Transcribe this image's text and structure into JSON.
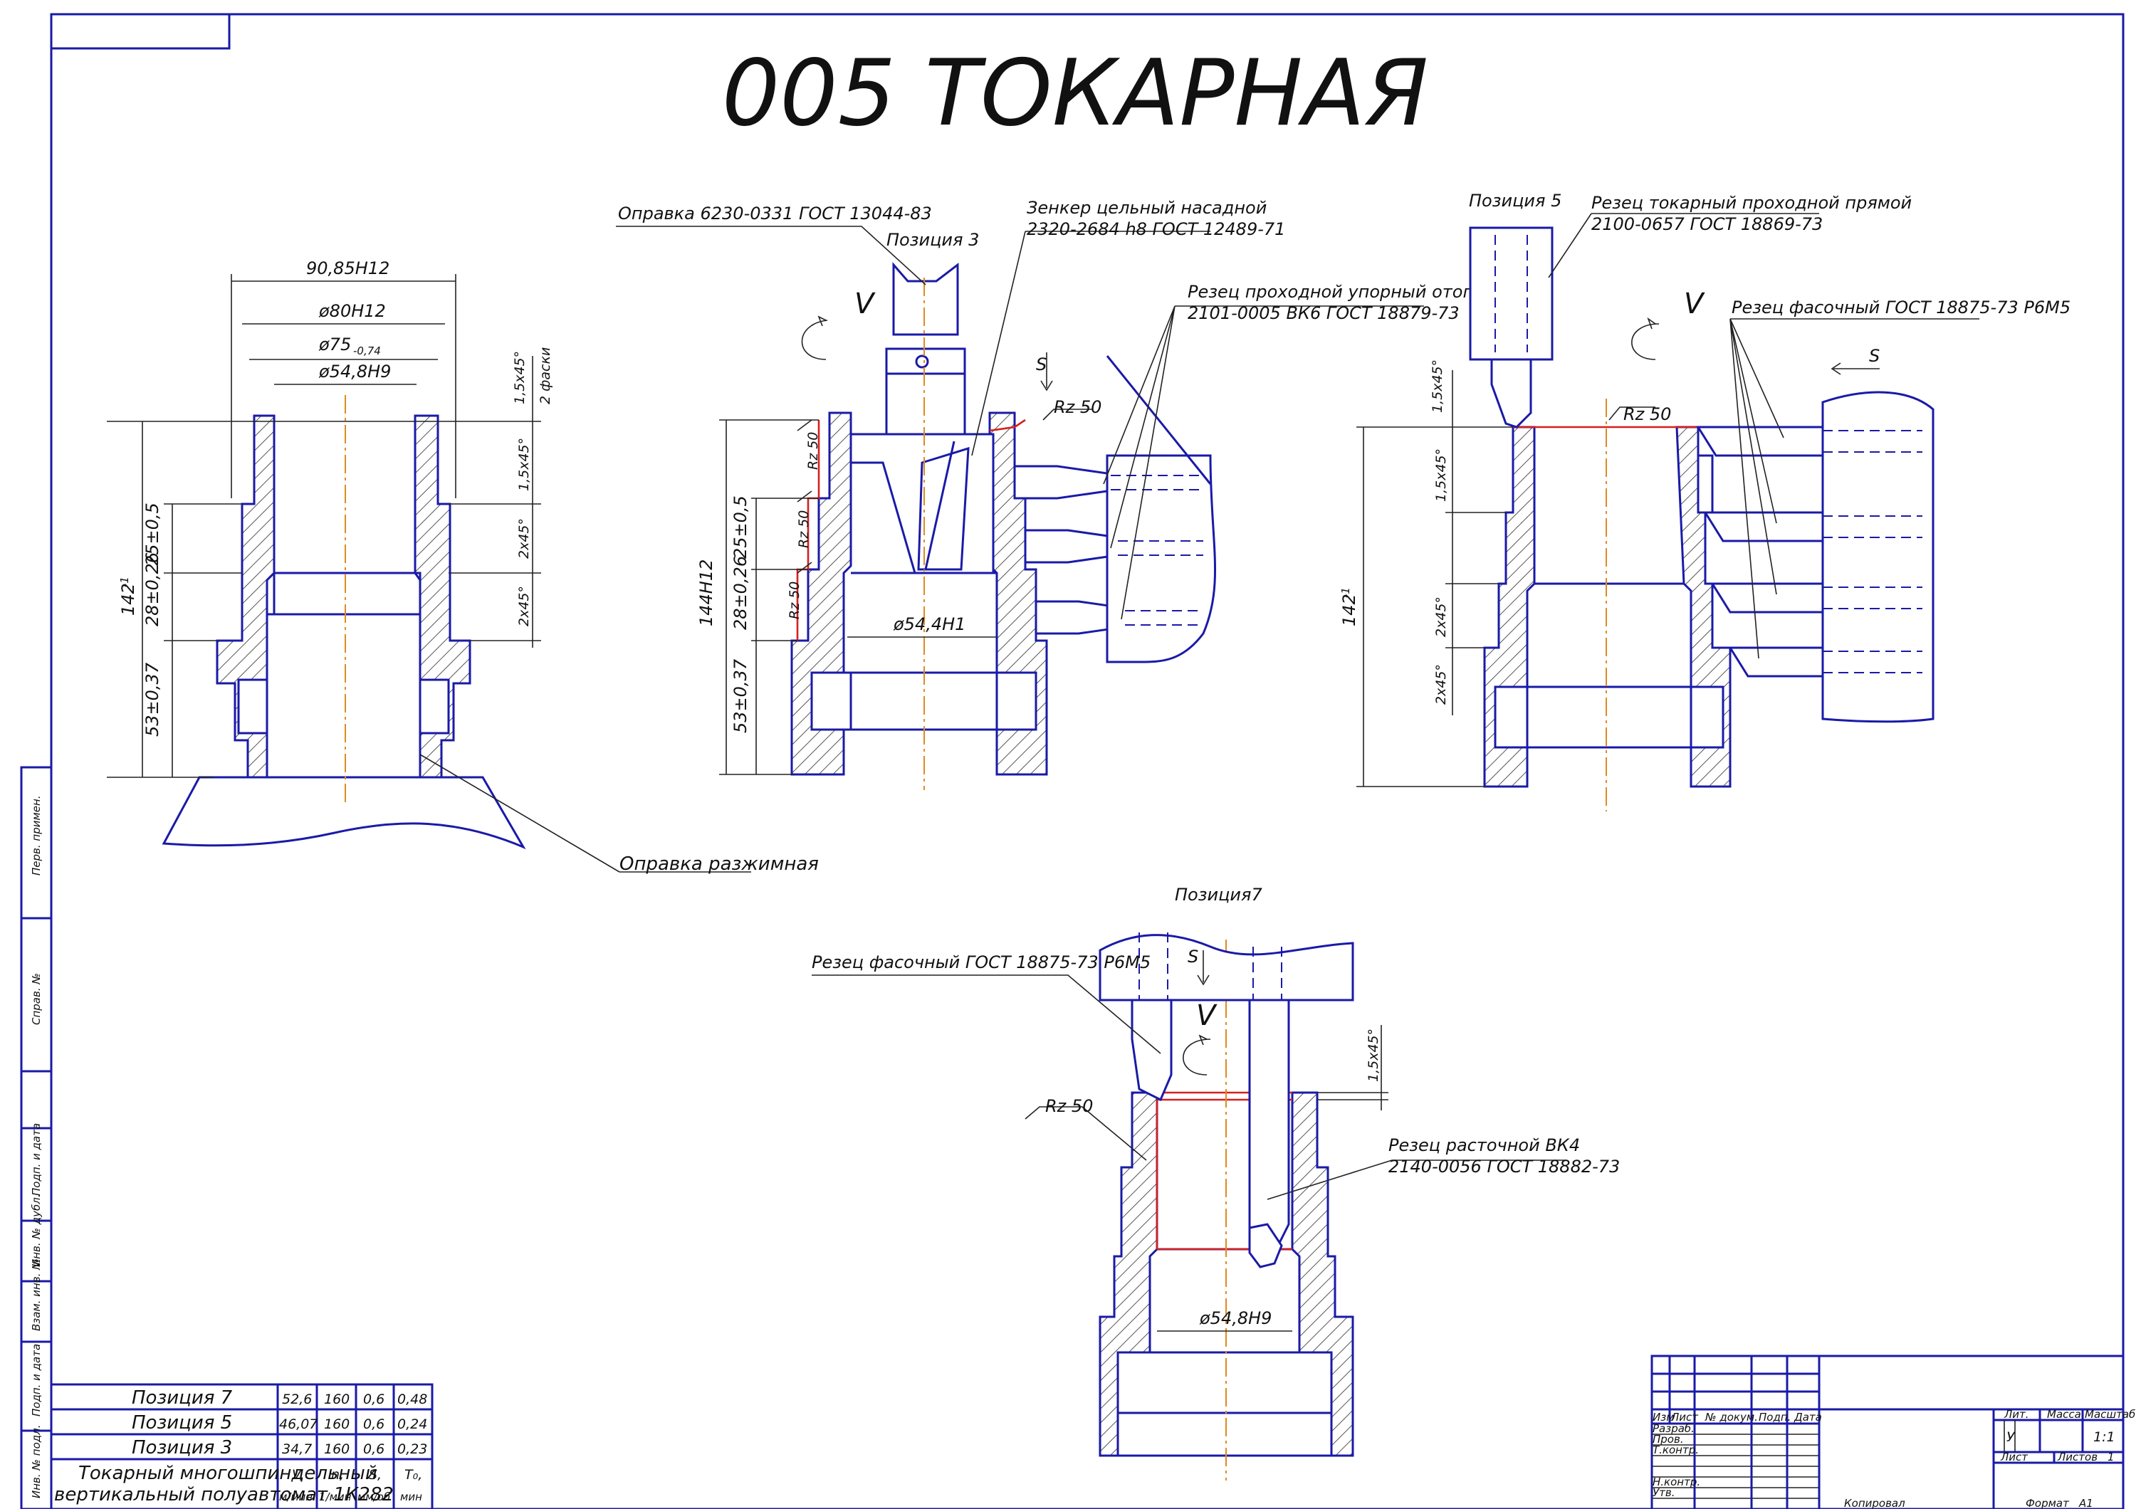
{
  "title": "005 ТОКАРНАЯ",
  "colors": {
    "outline": "#1a1aa8",
    "surface": "#d42020",
    "axis": "#e08a1e",
    "text": "#111111"
  },
  "view1": {
    "dims": [
      "90,85H12",
      "ø80H12",
      "ø75",
      "-0,74",
      "ø54,8H9",
      "1,5x45°",
      "2 фаски",
      "1,5x45°",
      "2x45°",
      "2x45°",
      "25±0,5",
      "28±0,26",
      "53±0,37",
      "142",
      "-1"
    ],
    "label_mandrel": "Оправка разжимная"
  },
  "view2": {
    "position": "Позиция 3",
    "label_mandrel": "Оправка 6230-0331 ГОСТ 13044-83",
    "label_counterbore_1": "Зенкер цельный насадной",
    "label_counterbore_2": "2320-2684 h8 ГОСТ 12489-71",
    "label_cutter_1": "Резец проходной упорный отогнутый",
    "label_cutter_2": "2101-0005 ВК6 ГОСТ 18879-73",
    "v": "V",
    "s": "S",
    "rz": "Rz 50",
    "dims": [
      "144H12",
      "25±0,5",
      "28±0,26",
      "53±0,37",
      "ø54,4H1"
    ]
  },
  "view3": {
    "position": "Позиция 5",
    "label_cutter_1": "Резец токарный проходной прямой",
    "label_cutter_2": "2100-0657 ГОСТ 18869-73",
    "label_form": "Резец фасочный ГОСТ 18875-73 Р6М5",
    "v": "V",
    "s": "S",
    "rz": "Rz 50",
    "dims": [
      "1,5x45°",
      "1,5x45°",
      "2x45°",
      "2x45°",
      "142",
      "-1"
    ]
  },
  "view4": {
    "position": "Позиция7",
    "label_form": "Резец фасочный ГОСТ 18875-73 Р6М5",
    "label_boring_1": "Резец расточной ВК4",
    "label_boring_2": "2140-0056 ГОСТ 18882-73",
    "v": "V",
    "s": "S",
    "rz": "Rz 50",
    "dims": [
      "1,5x45°",
      "ø54,8H9"
    ]
  },
  "modes_table": {
    "rows": [
      {
        "name": "Позиция 7",
        "v": "52,6",
        "n": "160",
        "s": "0,6",
        "t": "0,48"
      },
      {
        "name": "Позиция 5",
        "v": "46,07",
        "n": "160",
        "s": "0,6",
        "t": "0,24"
      },
      {
        "name": "Позиция 3",
        "v": "34,7",
        "n": "160",
        "s": "0,6",
        "t": "0,23"
      }
    ],
    "machine_1": "Токарный многошпиндельный",
    "machine_2": "вертикальный полуавтомат 1К282",
    "h_v": "V,",
    "h_v_unit": "м/мин",
    "h_n": "n,",
    "h_n_unit": "1/мин",
    "h_s": "S,",
    "h_s_unit": "мм/об",
    "h_t": "Т₀,",
    "h_t_unit": "мин"
  },
  "side_stamp": [
    "Перв. примен.",
    "Справ. №",
    "Подп. и дата",
    "Инв. № дубл.",
    "Взам. инв. №",
    "Подп. и дата",
    "Инв. № подл."
  ],
  "title_block": {
    "row_labels": [
      "Изм",
      "Лист",
      "№ докум.",
      "Подп.",
      "Дата"
    ],
    "roles": [
      "Разраб.",
      "Пров.",
      "Т.контр.",
      "Н.контр.",
      "Утв."
    ],
    "lit": "Лит.",
    "mass": "Масса",
    "scale": "Масштаб",
    "lit_value": "У",
    "scale_value": "1:1",
    "sheet": "Лист",
    "sheets": "Листов",
    "sheets_value": "1",
    "copied": "Копировал",
    "format": "Формат",
    "format_value": "А1"
  }
}
